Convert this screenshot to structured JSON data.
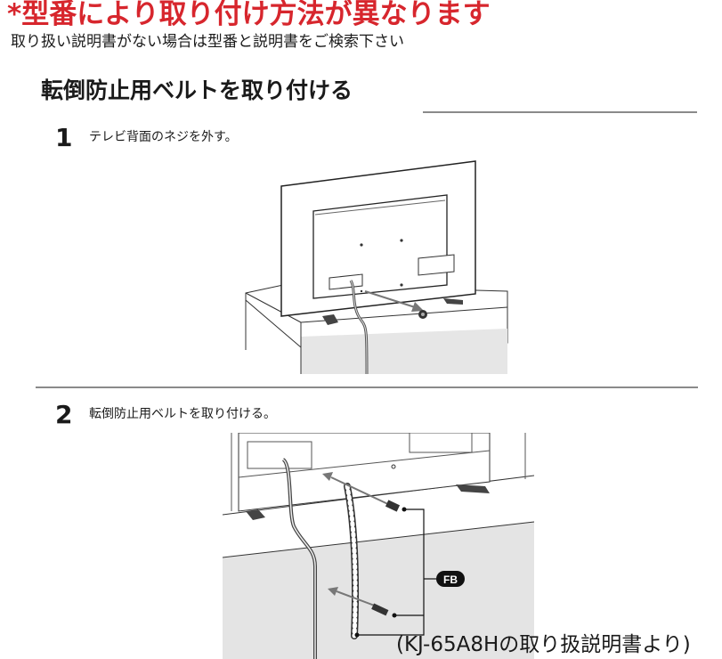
{
  "warning": {
    "title": "*型番により取り付け方法が異なります",
    "subtitle": "取り扱い説明書がない場合は型番と説明書をご検索下さい",
    "color": "#d7262d"
  },
  "section": {
    "title": "転倒防止用ベルトを取り付ける"
  },
  "steps": [
    {
      "number": "1",
      "text": "テレビ背面のネジを外す。",
      "figure": "tv-back-remove-screw"
    },
    {
      "number": "2",
      "text": "転倒防止用ベルトを取り付ける。",
      "figure": "attach-belt-with-screws"
    }
  ],
  "figure2": {
    "badge_label": "FB"
  },
  "caption": "(KJ-65A8Hの取り扱説明書より)"
}
